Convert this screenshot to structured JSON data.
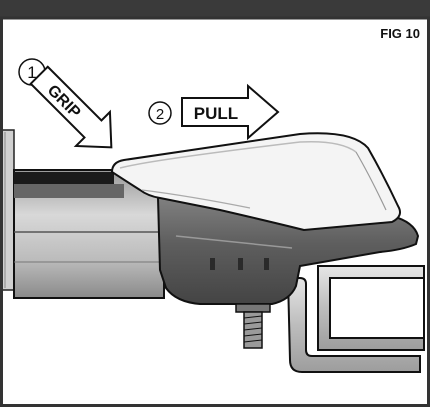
{
  "figure": {
    "label": "FIG 10",
    "steps": [
      {
        "number": "1",
        "word": "GRIP"
      },
      {
        "number": "2",
        "word": "PULL"
      }
    ]
  },
  "colors": {
    "frame": "#333333",
    "rail_dark": "#555555",
    "rail_light": "#d9d9d9",
    "handle_top": "#f4f4f4",
    "clamp_body": "#6a6a6a",
    "arrow_fill": "#ffffff",
    "outline": "#111111"
  }
}
